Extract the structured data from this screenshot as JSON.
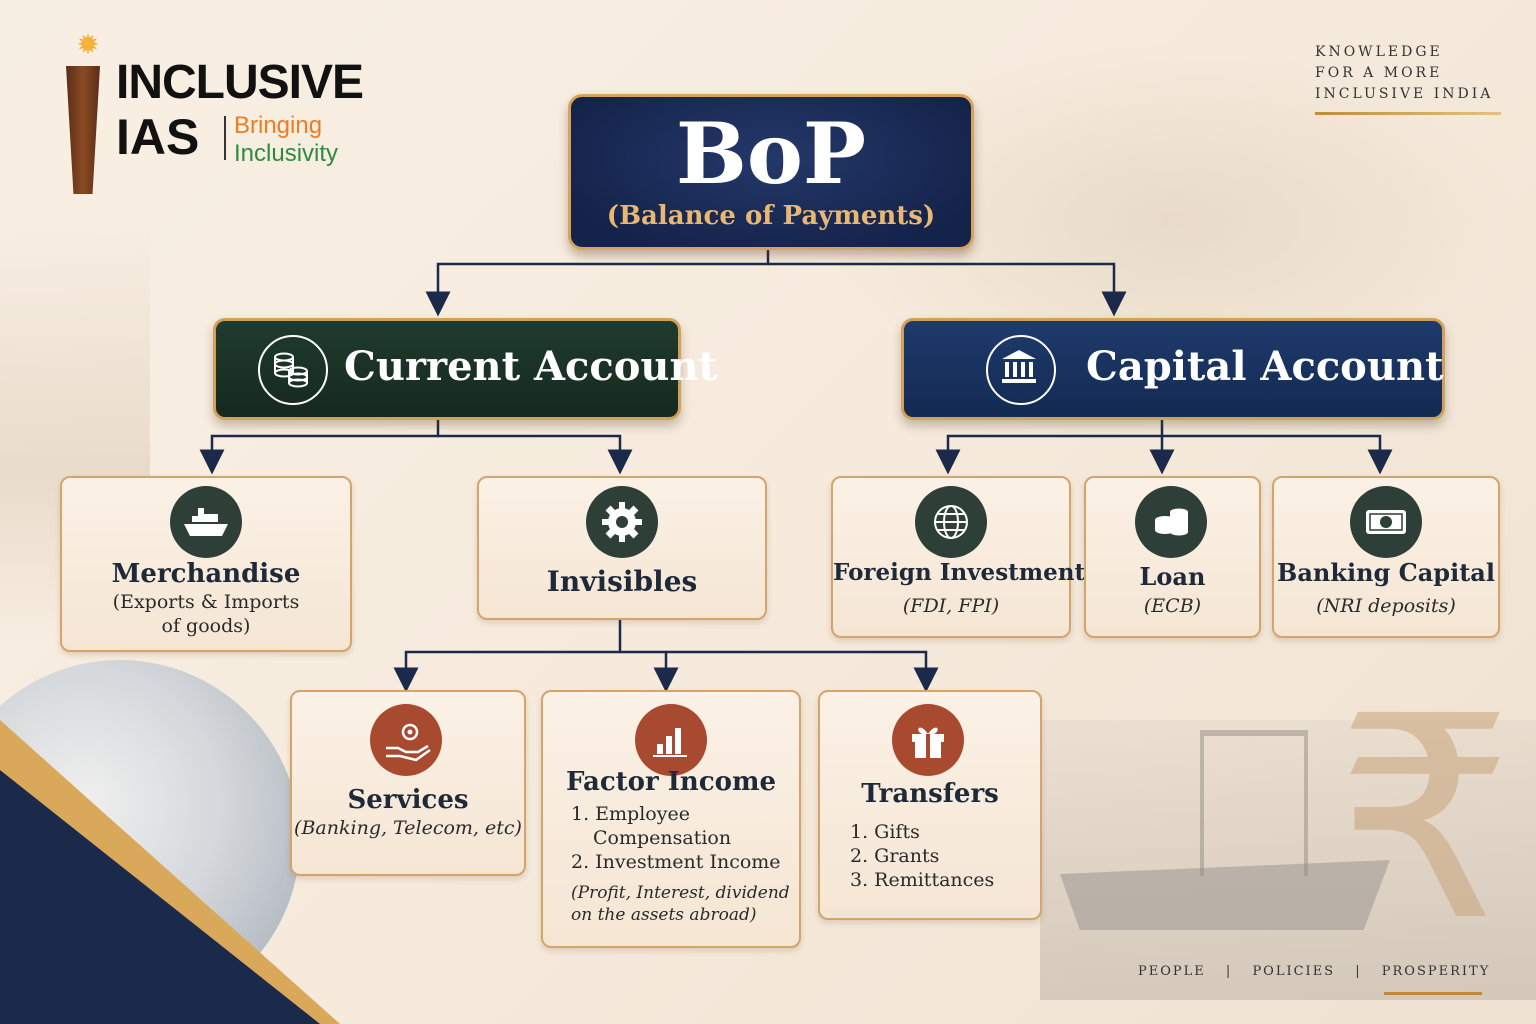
{
  "brand": {
    "name_line1": "INCLUSIVE",
    "name_line2": "IAS",
    "tag_line1": "Bringing",
    "tag_line2": "Inclusivity",
    "tag_color1": "#ee7d22",
    "tag_color2": "#2f8a3b"
  },
  "tagline": [
    "KNOWLEDGE",
    "FOR A MORE",
    "INCLUSIVE INDIA"
  ],
  "footer": [
    "PEOPLE",
    "|",
    "POLICIES",
    "|",
    "PROSPERITY"
  ],
  "root": {
    "title": "BoP",
    "subtitle": "(Balance of Payments)"
  },
  "current_account": {
    "label": "Current Account",
    "icon": "coins-icon",
    "merchandise": {
      "title": "Merchandise",
      "sub_line1": "(Exports & Imports",
      "sub_line2": "of goods)",
      "icon": "cargo-ship-icon"
    },
    "invisibles": {
      "title": "Invisibles",
      "icon": "gear-icon"
    },
    "services": {
      "title": "Services",
      "sub": "(Banking, Telecom, etc)",
      "icon": "hand-gear-icon"
    },
    "factor_income": {
      "title": "Factor Income",
      "items": [
        "1. Employee",
        "Compensation",
        "2. Investment Income"
      ],
      "note_line1": "(Profit, Interest, dividend",
      "note_line2": "on the assets abroad)",
      "icon": "bar-chart-icon"
    },
    "transfers": {
      "title": "Transfers",
      "items": [
        "1. Gifts",
        "2. Grants",
        "3. Remittances"
      ],
      "icon": "gift-icon"
    }
  },
  "capital_account": {
    "label": "Capital Account",
    "icon": "bank-building-icon",
    "foreign_investment": {
      "title": "Foreign Investment",
      "sub": "(FDI, FPI)",
      "icon": "globe-icon"
    },
    "loan": {
      "title": "Loan",
      "sub": "(ECB)",
      "icon": "coins-stack-icon"
    },
    "banking_capital": {
      "title": "Banking Capital",
      "sub": "(NRI deposits)",
      "icon": "banknote-icon"
    }
  },
  "colors": {
    "navy": "#14234a",
    "dark_green": "#1f3b2e",
    "gold": "#d6a35a",
    "brown_icon": "#a74a2f",
    "connector": "#1b2a4a"
  }
}
